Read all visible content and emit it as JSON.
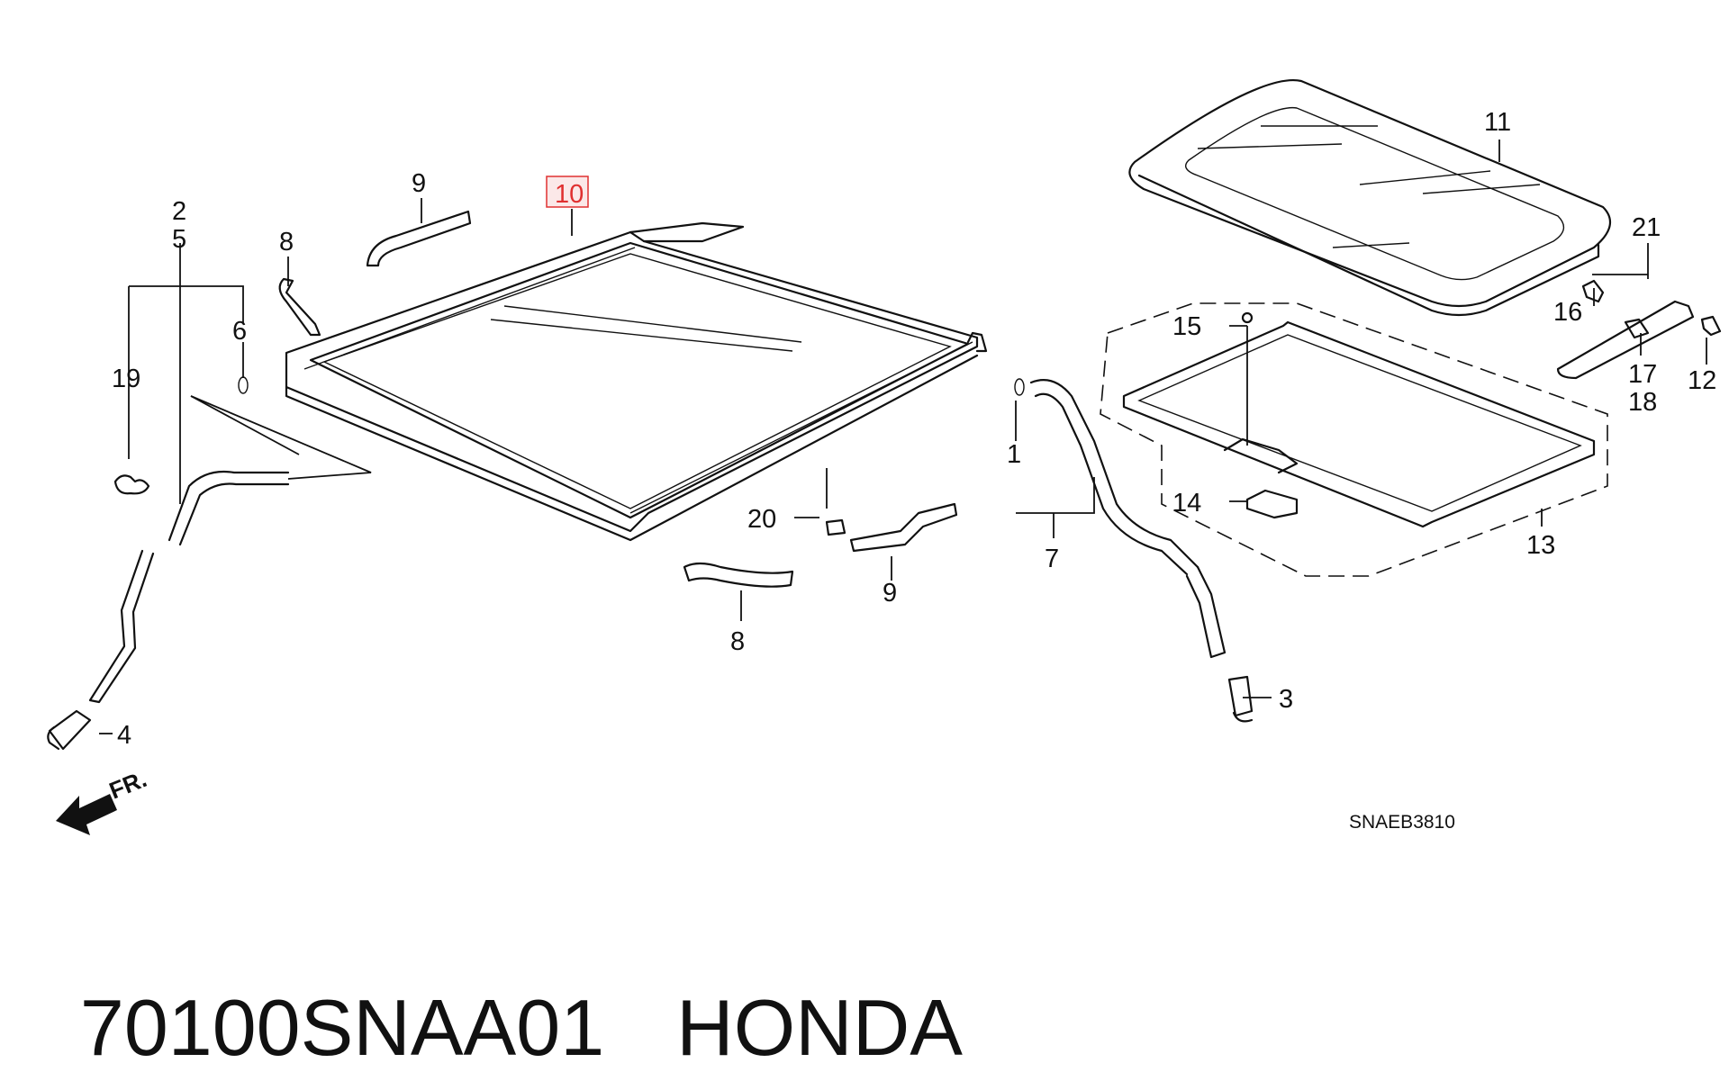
{
  "diagram": {
    "callouts": {
      "c1": "1",
      "c2": "2",
      "c3": "3",
      "c4": "4",
      "c5": "5",
      "c6": "6",
      "c7": "7",
      "c8a": "8",
      "c8b": "8",
      "c9a": "9",
      "c9b": "9",
      "c10": "10",
      "c11": "11",
      "c12": "12",
      "c13": "13",
      "c14": "14",
      "c15": "15",
      "c16": "16",
      "c17": "17",
      "c18": "18",
      "c19": "19",
      "c20": "20",
      "c21": "21"
    },
    "highlighted_callout": "10",
    "highlight_color": "#e03030",
    "front_indicator": "FR.",
    "diagram_code": "SNAEB3810"
  },
  "footer": {
    "part_number": "70100SNAA01",
    "brand": "HONDA"
  }
}
